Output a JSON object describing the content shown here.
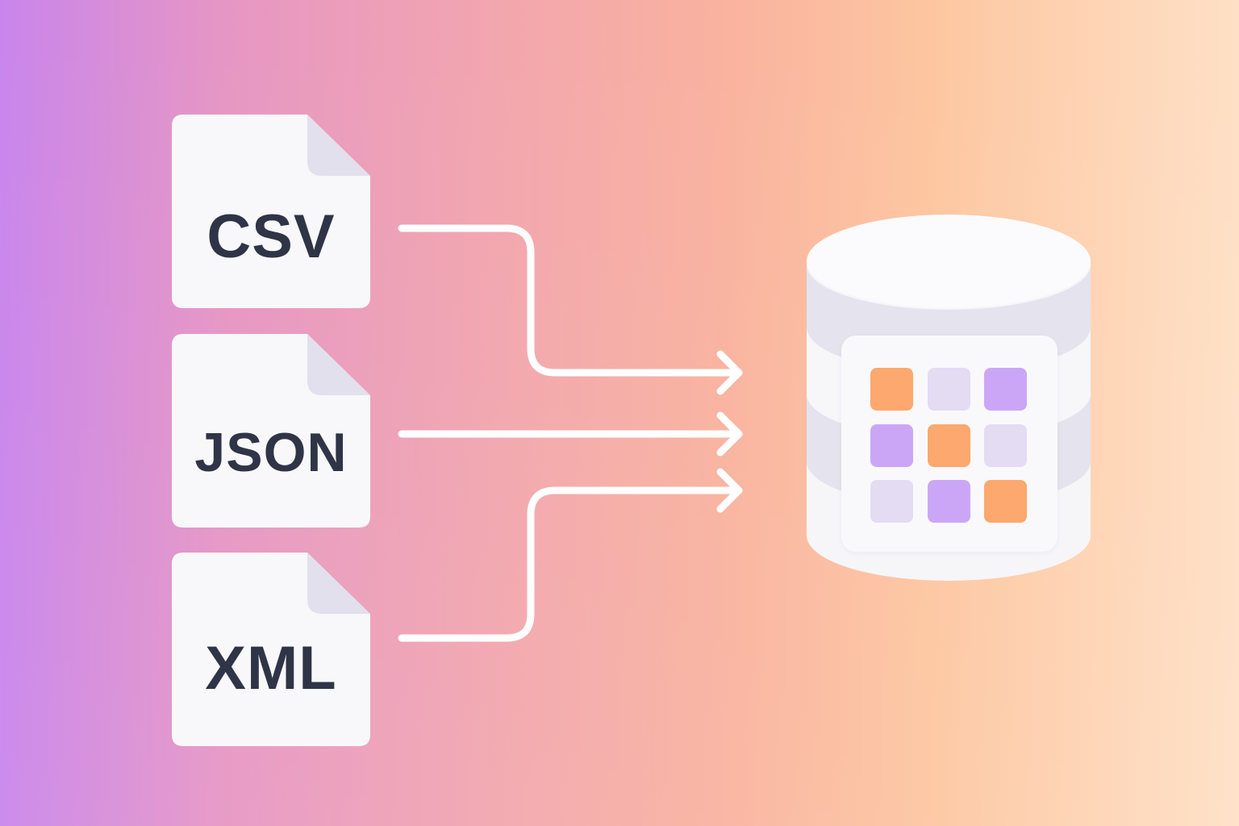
{
  "diagram": {
    "description": "Data ingestion: three file formats flowing into a database",
    "sources": [
      {
        "label": "CSV",
        "icon": "file-icon"
      },
      {
        "label": "JSON",
        "icon": "file-icon"
      },
      {
        "label": "XML",
        "icon": "file-icon"
      }
    ],
    "target": {
      "icon": "database-icon",
      "grid_icon": "table-grid-icon"
    },
    "connectors": [
      {
        "from": "CSV",
        "to": "database",
        "arrow": "right"
      },
      {
        "from": "JSON",
        "to": "database",
        "arrow": "right"
      },
      {
        "from": "XML",
        "to": "database",
        "arrow": "right"
      }
    ],
    "grid_cells": [
      [
        "orange",
        "lavender",
        "purple"
      ],
      [
        "purple",
        "orange",
        "lavender"
      ],
      [
        "lavender",
        "purple",
        "orange"
      ]
    ]
  },
  "colors": {
    "background_start": "#c985ec",
    "background_mid": "#f2a6ae",
    "background_end": "#fee0c6",
    "file_fill": "#f8f8fa",
    "file_fold": "#e2e0ec",
    "text": "#2f3447",
    "connector": "#ffffff",
    "db_top": "#fafafc",
    "db_band": "#e6e4ee",
    "orange": "#fca86e",
    "lavender": "#e3dcf3",
    "purple": "#cca6f6"
  }
}
